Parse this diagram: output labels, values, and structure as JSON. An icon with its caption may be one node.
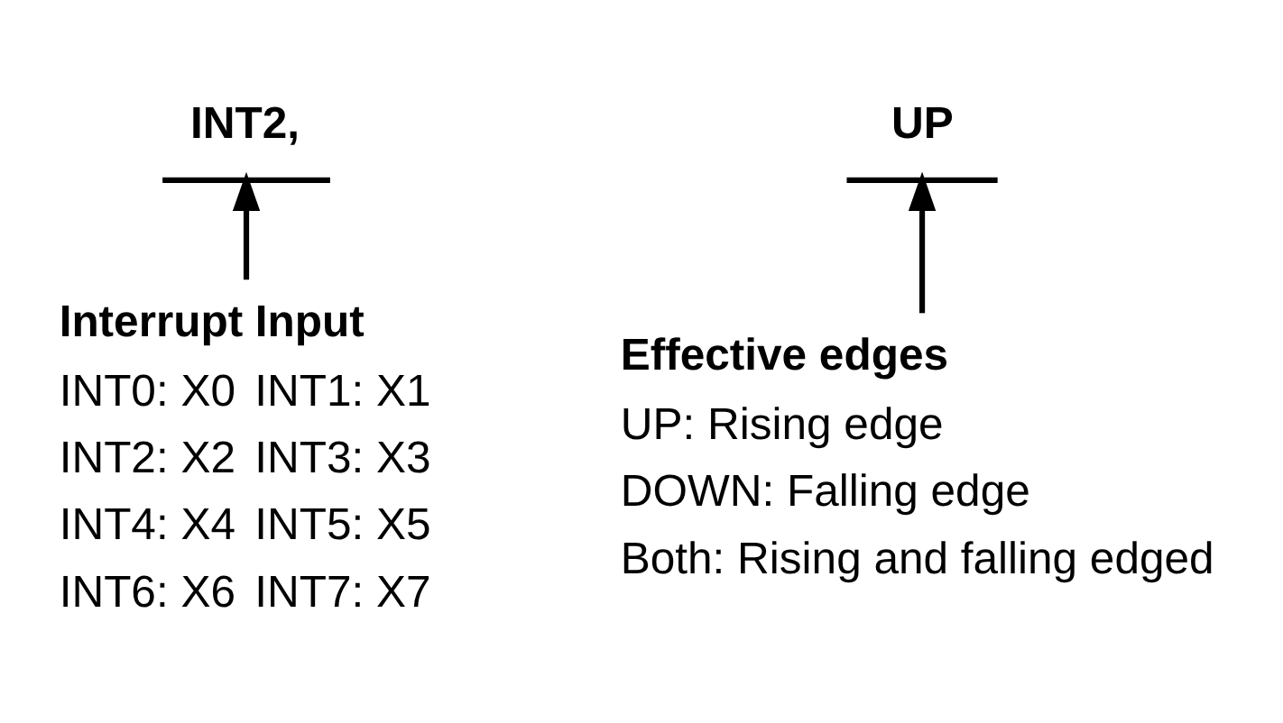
{
  "diagram": {
    "nodes": [
      {
        "text": [
          "INT2,"
        ]
      },
      {
        "text": [
          "UP"
        ]
      },
      {
        "text": [
          "Interrupt Input",
          "INT0: X0",
          "INT1: X1",
          "INT2: X2",
          "INT3: X3",
          "INT4: X4",
          "INT5: X5",
          "INT6: X6",
          "INT7: X7"
        ]
      },
      {
        "text": [
          "Effective edges",
          "UP: Rising edge",
          "DOWN: Falling edge",
          "Both: Rising and falling edged"
        ]
      }
    ],
    "edges": [
      {
        "from": 2,
        "to": 0,
        "arrow": "to"
      },
      {
        "from": 3,
        "to": 1,
        "arrow": "to"
      }
    ]
  }
}
